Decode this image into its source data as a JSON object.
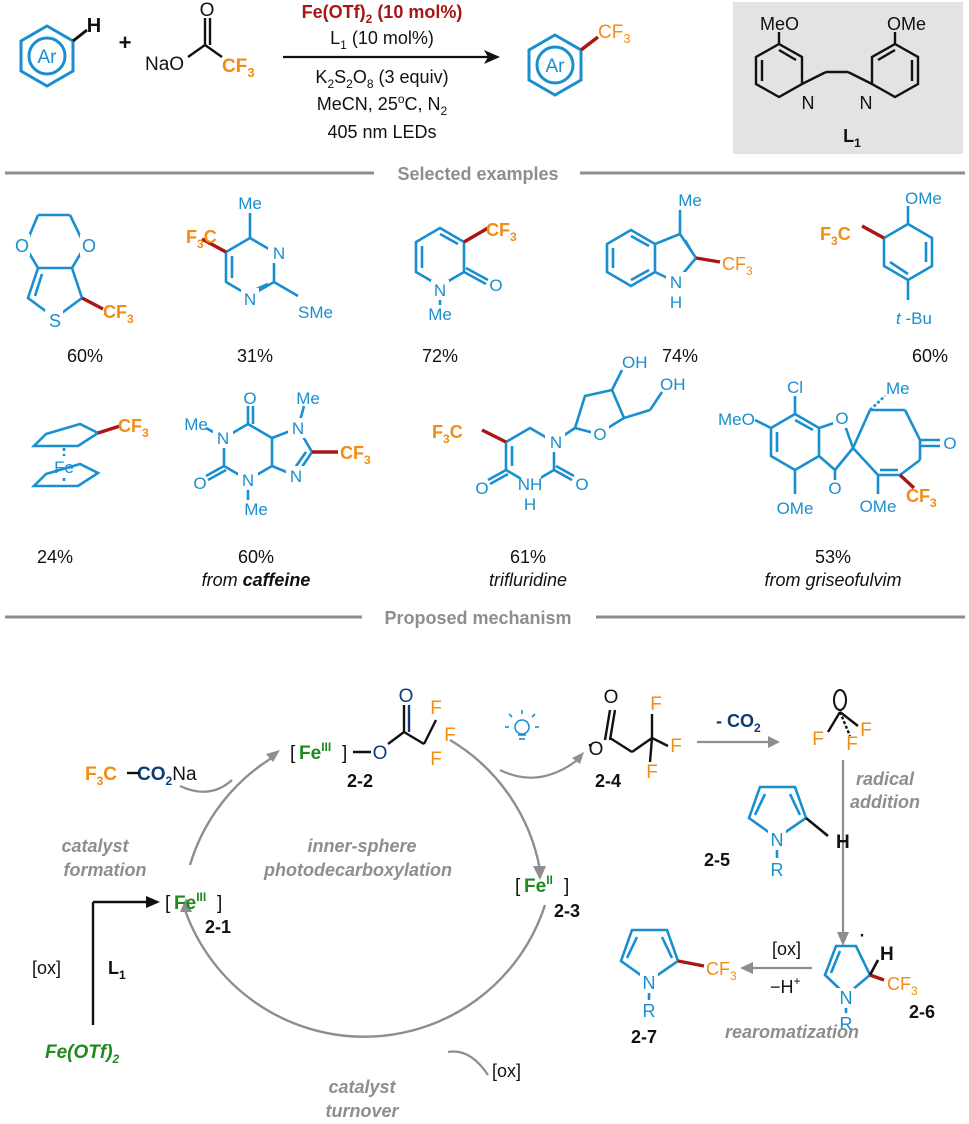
{
  "header": {
    "reactant_ar": "Ar",
    "reactant_h": "H",
    "plus": "+",
    "reagent_na": "NaO",
    "reagent_o": "O",
    "reagent_cf3": "CF",
    "reagent_cf3_sub": "3",
    "condition_catalyst": "Fe(OTf)",
    "condition_catalyst_sub": "2",
    "condition_catalyst_rest": " (10 mol%)",
    "condition_ligand": "L",
    "condition_ligand_sub": "1",
    "condition_ligand_rest": " (10 mol%)",
    "condition_oxidant": "K",
    "condition_oxidant_sub1": "2",
    "condition_oxidant_mid1": "S",
    "condition_oxidant_sub2": "2",
    "condition_oxidant_mid2": "O",
    "condition_oxidant_sub3": "8",
    "condition_oxidant_rest": " (3 equiv)",
    "condition_solvent": "MeCN, 25",
    "condition_solvent_deg": "o",
    "condition_solvent_rest": "C, N",
    "condition_solvent_sub": "2",
    "condition_light": "405 nm LEDs",
    "product_ar": "Ar",
    "product_cf3": "CF",
    "product_cf3_sub": "3"
  },
  "ligand_box": {
    "ome_left": "MeO",
    "ome_right": "OMe",
    "n_left": "N",
    "n_right": "N",
    "label": "L",
    "label_sub": "1"
  },
  "section_titles": {
    "examples": "Selected examples",
    "mechanism": "Proposed mechanism"
  },
  "examples": [
    {
      "yield": "60%",
      "note": ""
    },
    {
      "yield": "31%",
      "note": ""
    },
    {
      "yield": "72%",
      "note": ""
    },
    {
      "yield": "74%",
      "note": ""
    },
    {
      "yield": "60%",
      "note": ""
    },
    {
      "yield": "24%",
      "note": ""
    },
    {
      "yield": "60%",
      "note": "from ",
      "note_bold": "caffeine"
    },
    {
      "yield": "61%",
      "note": "trifluridine"
    },
    {
      "yield": "53%",
      "note": "from griseofulvim"
    }
  ],
  "atoms": {
    "o": "O",
    "s": "S",
    "n": "N",
    "me": "Me",
    "sme": "SMe",
    "h": "H",
    "nh": "NH",
    "fe": "Fe",
    "cl": "Cl",
    "oh": "OH",
    "meo": "MeO",
    "ome": "OMe",
    "f": "F",
    "cf3": "CF",
    "sub3": "3",
    "f3c": "F",
    "f3c_sub": "3",
    "f3c_c": "C",
    "tbu_t": "t",
    "tbu_rest": " -Bu",
    "r": "R"
  },
  "mechanism": {
    "reagent_f3c": "F",
    "reagent_f3c_sub": "3",
    "reagent_c": "C",
    "reagent_co2": "CO",
    "reagent_co2_sub": "2",
    "reagent_na": "Na",
    "fe_iii_label": "Fe",
    "fe_iii_sup": "III",
    "fe_ii_label": "Fe",
    "fe_ii_sup": "II",
    "bracket_open": "[",
    "bracket_close": "]",
    "cpd_2_1": "2-1",
    "cpd_2_2": "2-2",
    "cpd_2_3": "2-3",
    "cpd_2_4": "2-4",
    "cpd_2_5": "2-5",
    "cpd_2_6": "2-6",
    "cpd_2_7": "2-7",
    "minus_co2": "- CO",
    "minus_co2_sub": "2",
    "radical_addition_1": "radical",
    "radical_addition_2": "addition",
    "inner_sphere_1": "inner-sphere",
    "inner_sphere_2": "photodecarboxylation",
    "catalyst_formation_1": "catalyst",
    "catalyst_formation_2": "formation",
    "catalyst_turnover_1": "catalyst",
    "catalyst_turnover_2": "turnover",
    "rearomatization": "rearomatization",
    "ox": "[ox]",
    "minus_h": "−H",
    "minus_h_sup": "+",
    "l1": "L",
    "l1_sub": "1",
    "fe_otf2": "Fe(OTf)",
    "fe_otf2_sub": "2",
    "dot": "·"
  },
  "colors": {
    "blue": "#1a8fd0",
    "orange": "#f28c13",
    "darkred": "#a81616",
    "green": "#1e8a1e",
    "navy": "#0d3b78",
    "gray": "#8e8e8e",
    "ligand_bg": "#e3e3e3"
  }
}
